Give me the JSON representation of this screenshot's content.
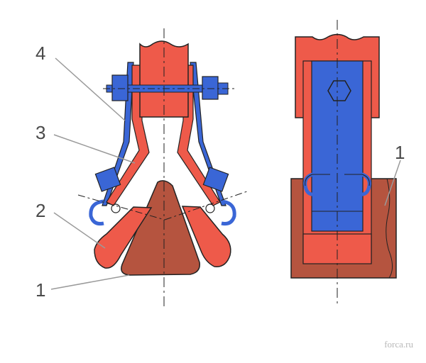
{
  "figure": {
    "left_view": {
      "labels": {
        "part_4": "4",
        "part_3": "3",
        "part_2": "2",
        "part_1": "1"
      }
    },
    "right_view": {
      "labels": {
        "part_1": "1"
      }
    }
  },
  "watermark": "forca.ru",
  "colors": {
    "red": "#ee5a4a",
    "blue": "#3a66d6",
    "brown": "#b5543f",
    "outline": "#222222",
    "leader": "#9a9a9a"
  }
}
